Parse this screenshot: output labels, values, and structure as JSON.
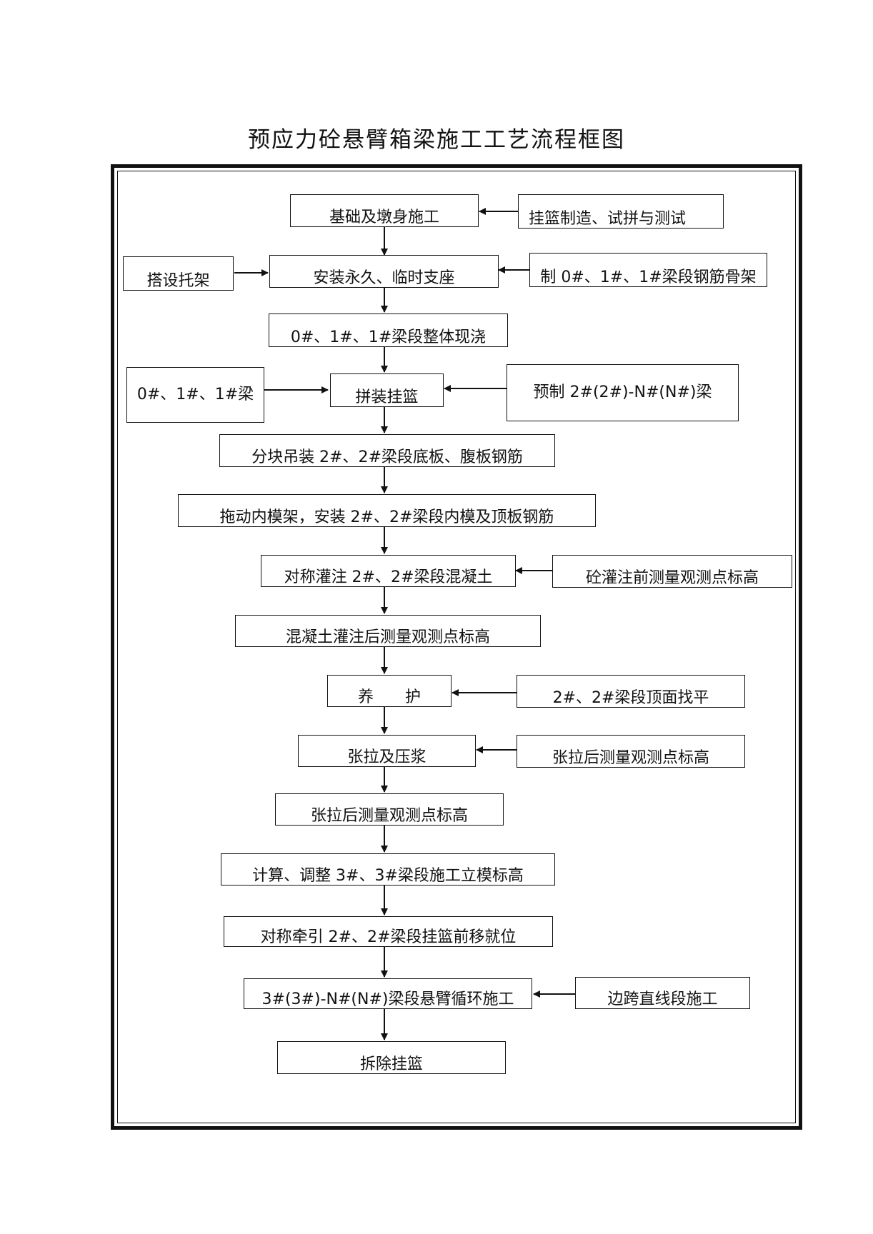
{
  "title": "预应力砼悬臂箱梁施工工艺流程框图",
  "boxes": {
    "b1": "基础及墩身施工",
    "b2": "挂篮制造、试拼与测试",
    "b3": "搭设托架",
    "b4": "安装永久、临时支座",
    "b5": "制 0#、1#、1#梁段钢筋骨架",
    "b6": "0#、1#、1#梁段整体现浇",
    "b7": "0#、1#、1#梁",
    "b8": "拼装挂篮",
    "b9": "预制 2#(2#)-N#(N#)梁",
    "b10": "分块吊装 2#、2#梁段底板、腹板钢筋",
    "b11": "拖动内模架，安装 2#、2#梁段内模及顶板钢筋",
    "b12": "对称灌注 2#、2#梁段混凝土",
    "b13": "砼灌注前测量观测点标高",
    "b14": "混凝土灌注后测量观测点标高",
    "b15": "养　　护",
    "b16": "2#、2#梁段顶面找平",
    "b17": "张拉及压浆",
    "b18": "张拉后测量观测点标高",
    "b19": "张拉后测量观测点标高",
    "b20": "计算、调整 3#、3#梁段施工立模标高",
    "b21": "对称牵引 2#、2#梁段挂篮前移就位",
    "b22": "3#(3#)-N#(N#)梁段悬臂循环施工",
    "b23": "边跨直线段施工",
    "b24": "拆除挂篮"
  }
}
